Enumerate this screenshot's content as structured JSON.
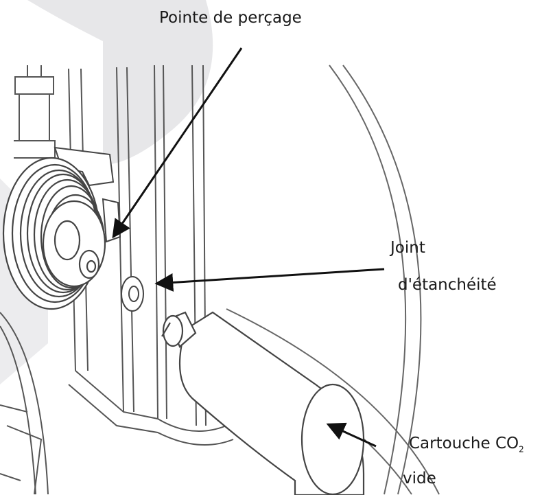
{
  "labels": {
    "piercing_tip": "Pointe de perçage",
    "seal_line1": "Joint",
    "seal_line2": "d'étanchéité",
    "cartridge_line1_main": "Cartouche CO",
    "cartridge_line1_sub": "2",
    "cartridge_line2": "vide"
  },
  "colors": {
    "line": "#555555",
    "arrow": "#111111",
    "watermark": "#e7e7e9",
    "text": "#1a1a1a"
  },
  "icons": [
    "watermark-shape",
    "spiral-coupling",
    "seal-ring",
    "co2-cartridge",
    "arrow"
  ]
}
